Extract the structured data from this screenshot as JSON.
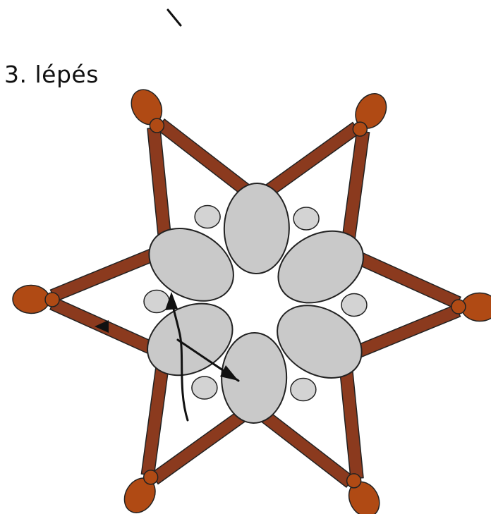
{
  "title": "3. lépés",
  "colors": {
    "bugle_bead": "#8b3a1e",
    "drop_bead": "#b04a14",
    "oval_bead": "#c9c9c9",
    "small_bead": "#d3d3d3",
    "outline": "#222222",
    "thread_arrow": "#111111"
  },
  "structure": {
    "star_points": 6,
    "large_oval_beads": 6,
    "small_round_beads": 6,
    "bugle_beads": 12,
    "drop_beads": 6
  }
}
